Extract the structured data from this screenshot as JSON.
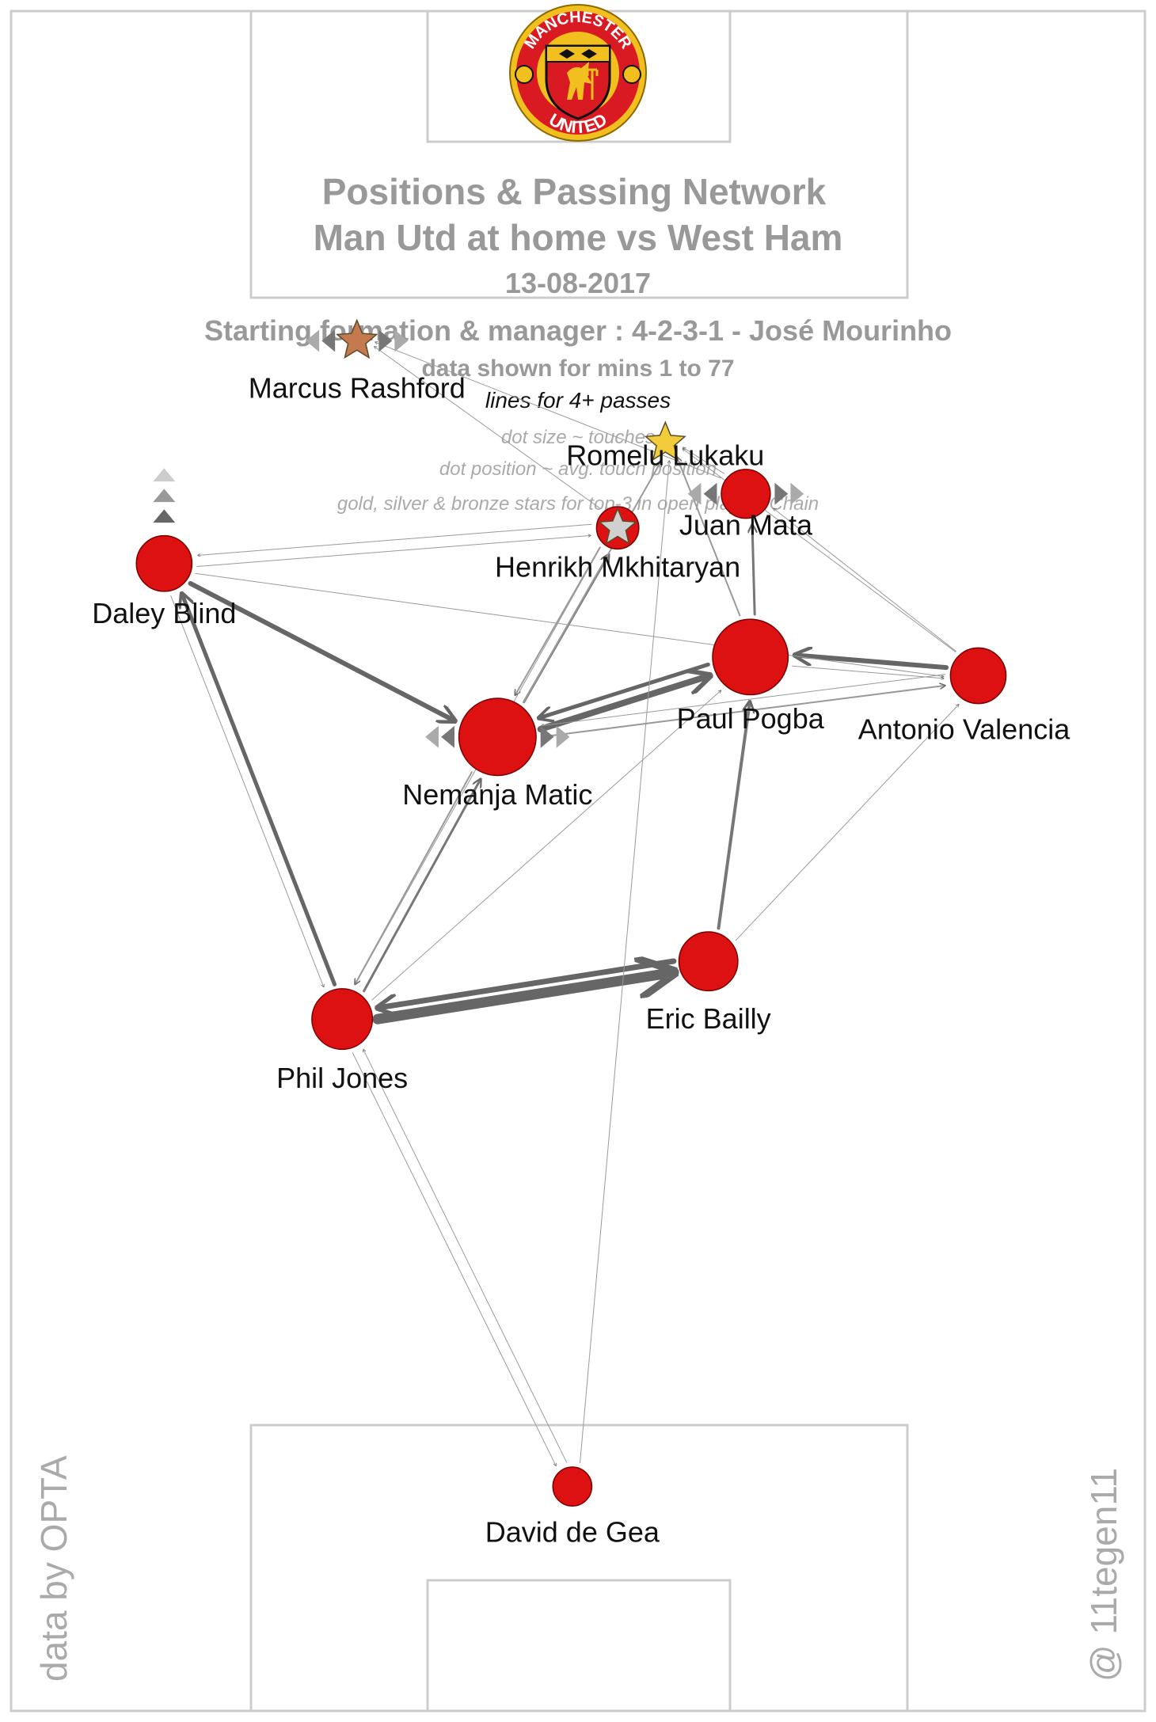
{
  "title": {
    "line1": "Positions & Passing Network",
    "line2": "Man Utd at home vs West Ham",
    "date": "13-08-2017"
  },
  "subtitle": {
    "formation": "Starting formation & manager : 4-2-3-1 - José Mourinho",
    "minutes": "data shown for mins 1 to 77",
    "lines_note": "lines for 4+ passes",
    "dot_size": "dot size ~ touches",
    "dot_position": "dot position ~ avg. touch position",
    "stars": "gold, silver & bronze stars for top-3 in open play xGChain"
  },
  "logo": {
    "top_text": "MANCHESTER",
    "bottom_text": "UNITED"
  },
  "credits": {
    "data": "data by OPTA",
    "author": "@ 11tegen11"
  },
  "colors": {
    "dot": "#dd1111",
    "line": "#666666",
    "pitch_lines": "#cccccc",
    "gold": "#f2cc3a",
    "silver": "#d0d0d0",
    "bronze": "#c47a4e"
  },
  "chart_data": {
    "type": "network",
    "pitch": {
      "x_range": [
        0,
        100
      ],
      "y_range": [
        0,
        100
      ]
    },
    "players": [
      {
        "name": "Marcus Rashford",
        "x": 30.5,
        "y": 80.6,
        "touches": 0,
        "star": "bronze",
        "subbed": true
      },
      {
        "name": "Romelu Lukaku",
        "x": 57.7,
        "y": 74.6,
        "touches": 0,
        "star": "gold"
      },
      {
        "name": "Juan Mata",
        "x": 64.8,
        "y": 71.6,
        "touches": 18,
        "subbed": true
      },
      {
        "name": "Henrikh Mkhitaryan",
        "x": 53.5,
        "y": 69.6,
        "touches": 14,
        "star": "silver"
      },
      {
        "name": "Daley Blind",
        "x": 13.5,
        "y": 67.5,
        "touches": 22,
        "subbed": true
      },
      {
        "name": "Paul Pogba",
        "x": 65.2,
        "y": 62.0,
        "touches": 34
      },
      {
        "name": "Antonio Valencia",
        "x": 85.3,
        "y": 60.9,
        "touches": 22
      },
      {
        "name": "Nemanja Matic",
        "x": 42.9,
        "y": 57.3,
        "touches": 35,
        "subbed": true
      },
      {
        "name": "Eric Bailly",
        "x": 61.5,
        "y": 44.1,
        "touches": 24
      },
      {
        "name": "Phil Jones",
        "x": 29.2,
        "y": 40.7,
        "touches": 25
      },
      {
        "name": "David de Gea",
        "x": 49.5,
        "y": 13.2,
        "touches": 12
      }
    ],
    "passes": [
      {
        "from": "Phil Jones",
        "to": "Eric Bailly",
        "count": 16
      },
      {
        "from": "Eric Bailly",
        "to": "Phil Jones",
        "count": 10
      },
      {
        "from": "Phil Jones",
        "to": "Daley Blind",
        "count": 8
      },
      {
        "from": "Daley Blind",
        "to": "Nemanja Matic",
        "count": 9
      },
      {
        "from": "Nemanja Matic",
        "to": "Paul Pogba",
        "count": 11
      },
      {
        "from": "Paul Pogba",
        "to": "Nemanja Matic",
        "count": 8
      },
      {
        "from": "Antonio Valencia",
        "to": "Paul Pogba",
        "count": 9
      },
      {
        "from": "Eric Bailly",
        "to": "Paul Pogba",
        "count": 7
      },
      {
        "from": "Phil Jones",
        "to": "Nemanja Matic",
        "count": 6
      },
      {
        "from": "Nemanja Matic",
        "to": "Phil Jones",
        "count": 5
      },
      {
        "from": "Paul Pogba",
        "to": "Juan Mata",
        "count": 6
      },
      {
        "from": "Nemanja Matic",
        "to": "Henrikh Mkhitaryan",
        "count": 6
      },
      {
        "from": "Henrikh Mkhitaryan",
        "to": "Nemanja Matic",
        "count": 5
      },
      {
        "from": "Nemanja Matic",
        "to": "Romelu Lukaku",
        "count": 5
      },
      {
        "from": "Paul Pogba",
        "to": "Romelu Lukaku",
        "count": 5
      },
      {
        "from": "Nemanja Matic",
        "to": "Antonio Valencia",
        "count": 5
      },
      {
        "from": "Paul Pogba",
        "to": "Antonio Valencia",
        "count": 4
      },
      {
        "from": "Antonio Valencia",
        "to": "Juan Mata",
        "count": 4
      },
      {
        "from": "Daley Blind",
        "to": "Phil Jones",
        "count": 4
      },
      {
        "from": "Eric Bailly",
        "to": "Antonio Valencia",
        "count": 4
      },
      {
        "from": "Phil Jones",
        "to": "David de Gea",
        "count": 4
      },
      {
        "from": "David de Gea",
        "to": "Phil Jones",
        "count": 4
      },
      {
        "from": "Juan Mata",
        "to": "Romelu Lukaku",
        "count": 4
      },
      {
        "from": "Daley Blind",
        "to": "Henrikh Mkhitaryan",
        "count": 4
      },
      {
        "from": "Henrikh Mkhitaryan",
        "to": "Daley Blind",
        "count": 4
      },
      {
        "from": "Daley Blind",
        "to": "Antonio Valencia",
        "count": 4
      },
      {
        "from": "Antonio Valencia",
        "to": "Romelu Lukaku",
        "count": 4
      },
      {
        "from": "David de Gea",
        "to": "Romelu Lukaku",
        "count": 4
      },
      {
        "from": "Henrikh Mkhitaryan",
        "to": "Marcus Rashford",
        "count": 4
      },
      {
        "from": "Juan Mata",
        "to": "Marcus Rashford",
        "count": 4
      },
      {
        "from": "Phil Jones",
        "to": "Paul Pogba",
        "count": 4
      },
      {
        "from": "Henrikh Mkhitaryan",
        "to": "Phil Jones",
        "count": 4
      },
      {
        "from": "Antonio Valencia",
        "to": "Nemanja Matic",
        "count": 4
      }
    ]
  }
}
